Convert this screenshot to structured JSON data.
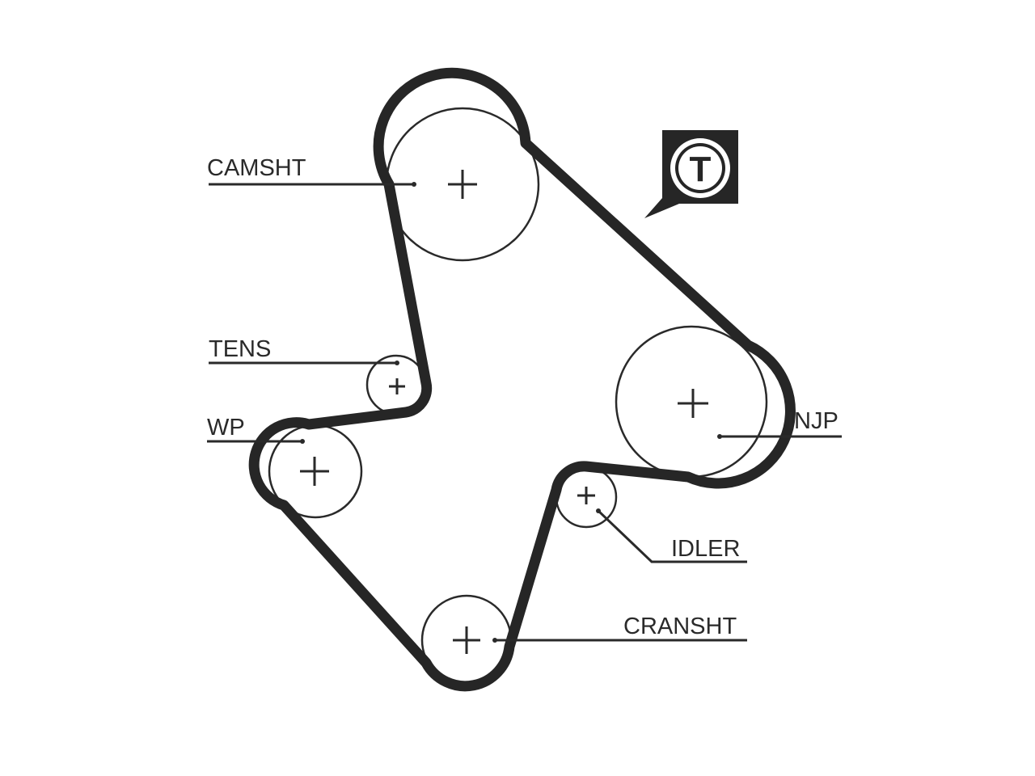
{
  "labels": {
    "camshaft": "CAMSHT",
    "tensioner": "TENS",
    "water_pump": "WP",
    "injection_pump": "INJP",
    "idler": "IDLER",
    "crankshaft": "CRANSHT"
  },
  "tensioner_badge": {
    "letter": "T",
    "icon": "tensioner-badge-icon"
  },
  "colors": {
    "ink": "#262626",
    "background": "#ffffff"
  }
}
